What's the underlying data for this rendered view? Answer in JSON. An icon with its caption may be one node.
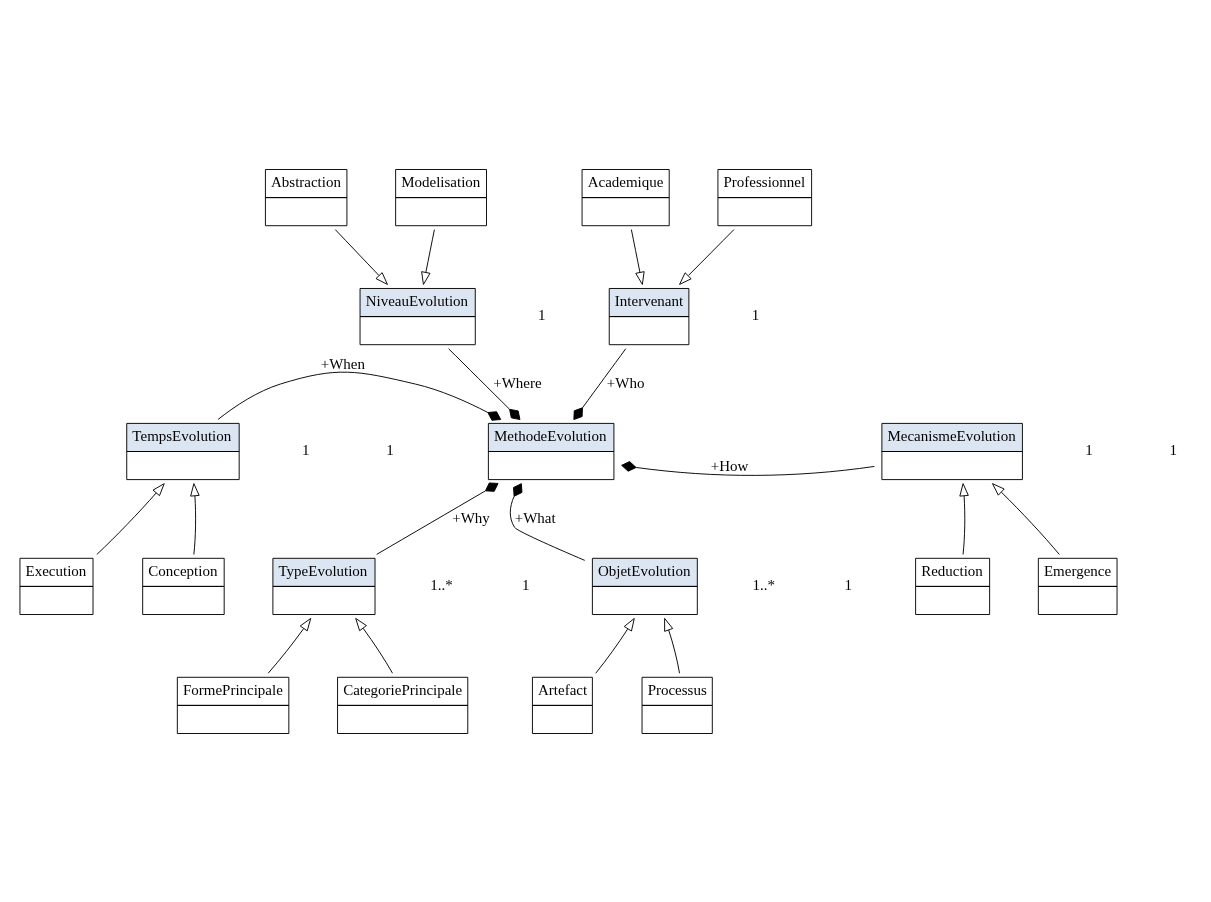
{
  "diagram": {
    "nodes": [
      {
        "text": [
          "Academique"
        ]
      },
      {
        "text": [
          "Professionnel"
        ]
      },
      {
        "text": [
          "Modelisation"
        ]
      },
      {
        "text": [
          "Abstraction"
        ]
      },
      {
        "text": [
          "Intervenant"
        ]
      },
      {
        "text": [
          "NiveauEvolution"
        ]
      },
      {
        "text": [
          "TempsEvolution"
        ]
      },
      {
        "text": [
          "MethodeEvolution"
        ]
      },
      {
        "text": [
          "MecanismeEvolution"
        ]
      },
      {
        "text": [
          "Execution"
        ]
      },
      {
        "text": [
          "Conception"
        ]
      },
      {
        "text": [
          "Reduction"
        ]
      },
      {
        "text": [
          "Emergence"
        ]
      },
      {
        "text": [
          "TypeEvolution"
        ]
      },
      {
        "text": [
          "ObjetEvolution"
        ]
      },
      {
        "text": [
          "FormePrincipale"
        ]
      },
      {
        "text": [
          "CategoriePrincipale"
        ]
      },
      {
        "text": [
          "Artefact"
        ]
      },
      {
        "text": [
          "Processus"
        ]
      }
    ],
    "edges": [
      {
        "from": 0,
        "to": 4,
        "arrow": "to"
      },
      {
        "from": 1,
        "to": 4,
        "arrow": "to"
      },
      {
        "from": 2,
        "to": 5,
        "arrow": "to"
      },
      {
        "from": 3,
        "to": 5,
        "arrow": "to"
      },
      {
        "from": 4,
        "to": 7,
        "arrow": "other",
        "label": "+Who"
      },
      {
        "from": 5,
        "to": 7,
        "arrow": "other",
        "label": "+Where"
      },
      {
        "from": 6,
        "to": 7,
        "arrow": "other",
        "label": "+When"
      },
      {
        "from": 8,
        "to": 7,
        "arrow": "other",
        "label": "+How"
      },
      {
        "from": 9,
        "to": 6,
        "arrow": "to"
      },
      {
        "from": 10,
        "to": 6,
        "arrow": "to"
      },
      {
        "from": 11,
        "to": 8,
        "arrow": "to"
      },
      {
        "from": 12,
        "to": 8,
        "arrow": "to"
      },
      {
        "from": 13,
        "to": 7,
        "arrow": "other",
        "label": "+Why"
      },
      {
        "from": 14,
        "to": 7,
        "arrow": "other",
        "label": "+What"
      },
      {
        "from": 15,
        "to": 13,
        "arrow": "to"
      },
      {
        "from": 16,
        "to": 13,
        "arrow": "to"
      },
      {
        "from": 17,
        "to": 14,
        "arrow": "to"
      },
      {
        "from": 18,
        "to": 14,
        "arrow": "to"
      }
    ],
    "labels": [
      "1",
      "1",
      "1",
      "1",
      "1",
      "1",
      "1",
      "1",
      "1..*",
      "1..*"
    ]
  }
}
